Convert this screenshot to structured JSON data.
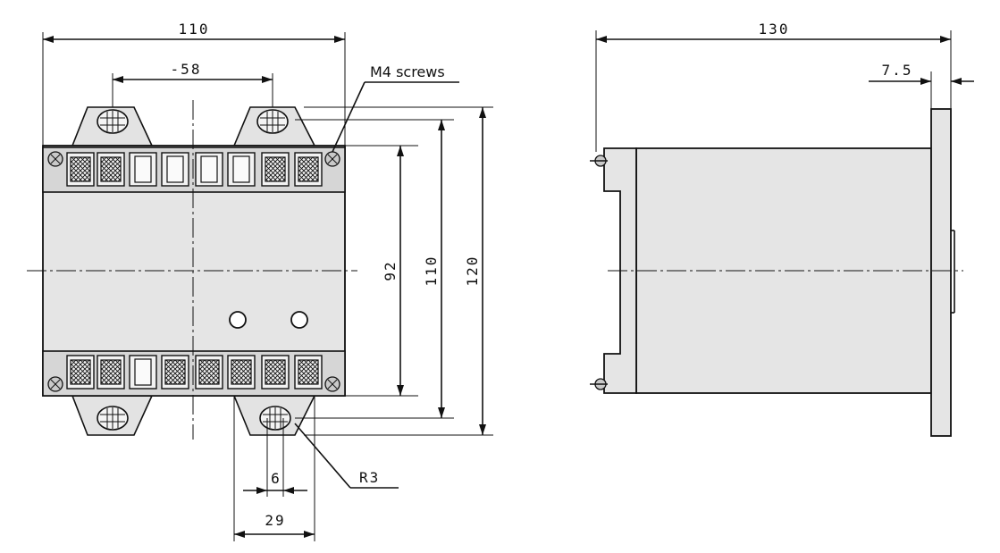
{
  "labels": {
    "screws": "M4 screws",
    "radius": "R3"
  },
  "front_view": {
    "width_total": "110",
    "screw_pitch": "-58",
    "height_terminals": "92",
    "height_holes": "110",
    "height_total": "120",
    "slot_width": "6",
    "ear_width": "29"
  },
  "side_view": {
    "depth_total": "130",
    "flange_thickness": "7.5"
  }
}
